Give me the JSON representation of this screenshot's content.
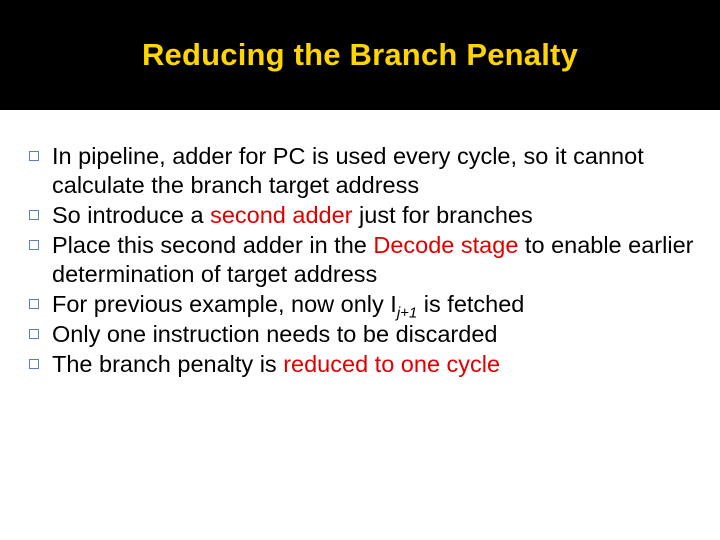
{
  "slide": {
    "title": "Reducing the Branch Penalty",
    "title_color": "#ffd500",
    "title_band_color": "#000000",
    "body_color": "#000000",
    "highlight_color": "#e00000",
    "bullet_glyph": "square-bullet",
    "bullets": [
      {
        "id": "bullet-1",
        "parts": [
          {
            "text": "In pipeline, adder for PC is used every cycle, so it cannot calculate the branch target address",
            "style": "normal"
          }
        ]
      },
      {
        "id": "bullet-2",
        "parts": [
          {
            "text": "So introduce a ",
            "style": "normal"
          },
          {
            "text": "second adder",
            "style": "highlight"
          },
          {
            "text": " just for branches",
            "style": "normal"
          }
        ]
      },
      {
        "id": "bullet-3",
        "parts": [
          {
            "text": "Place this second adder in the ",
            "style": "normal"
          },
          {
            "text": "Decode stage",
            "style": "highlight"
          },
          {
            "text": " to enable earlier determination of target address",
            "style": "normal"
          }
        ]
      },
      {
        "id": "bullet-4",
        "parts": [
          {
            "text": "For previous example, now only I",
            "style": "normal"
          },
          {
            "text": "j+1",
            "style": "subscript"
          },
          {
            "text": " is fetched",
            "style": "normal"
          }
        ]
      },
      {
        "id": "bullet-5",
        "parts": [
          {
            "text": "Only one instruction needs to be discarded",
            "style": "normal"
          }
        ]
      },
      {
        "id": "bullet-6",
        "parts": [
          {
            "text": "The branch penalty is ",
            "style": "normal"
          },
          {
            "text": "reduced to one cycle",
            "style": "highlight"
          }
        ]
      }
    ]
  }
}
